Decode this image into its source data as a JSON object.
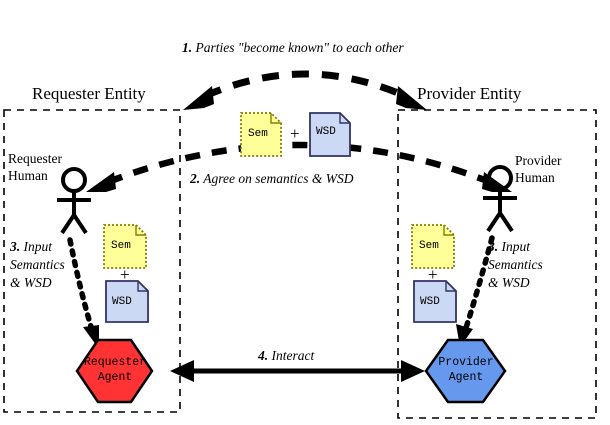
{
  "diagram": {
    "title_top": "1. Parties \"become known\" to each other",
    "entities": {
      "requester": {
        "title": "Requester Entity",
        "human_label_line1": "Requester",
        "human_label_line2": "Human",
        "agent_line1": "Requester",
        "agent_line2": "Agent",
        "agent_color": "#ff3333",
        "step_label": "3. Input Semantics & WSD",
        "step_num": "3.",
        "step_text_line1": "Input",
        "step_text_line2": "Semantics",
        "step_text_line3": "& WSD"
      },
      "provider": {
        "title": "Provider Entity",
        "human_label_line1": "Provider",
        "human_label_line2": "Human",
        "agent_line1": "Provider",
        "agent_line2": "Agent",
        "agent_color": "#6699ee",
        "step_label": "3. Input Semantics & WSD",
        "step_num": "3.",
        "step_text_line1": "Input",
        "step_text_line2": "Semantics",
        "step_text_line3": "& WSD"
      }
    },
    "documents": {
      "sem_label": "Sem",
      "wsd_label": "WSD",
      "plus": "+",
      "sem_fill": "#ffff99",
      "sem_stroke": "#808000",
      "wsd_fill": "#ccd9f5",
      "wsd_stroke": "#333366"
    },
    "steps": {
      "step1_num": "1.",
      "step1_text": "Parties \"become known\" to each other",
      "step2_num": "2.",
      "step2_text": "Agree on semantics & WSD",
      "step4_num": "4.",
      "step4_text": "Interact"
    },
    "colors": {
      "line": "#000000",
      "background": "#ffffff"
    }
  }
}
